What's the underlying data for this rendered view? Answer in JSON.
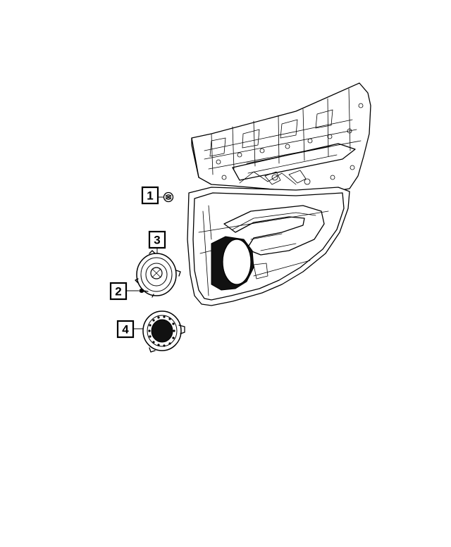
{
  "callouts": [
    {
      "id": "1",
      "label": "1",
      "part": "clip-fastener"
    },
    {
      "id": "2",
      "label": "2",
      "part": "screw"
    },
    {
      "id": "3",
      "label": "3",
      "part": "speaker"
    },
    {
      "id": "4",
      "label": "4",
      "part": "speaker-grille"
    }
  ],
  "colors": {
    "line": "#000000",
    "background": "#ffffff"
  }
}
